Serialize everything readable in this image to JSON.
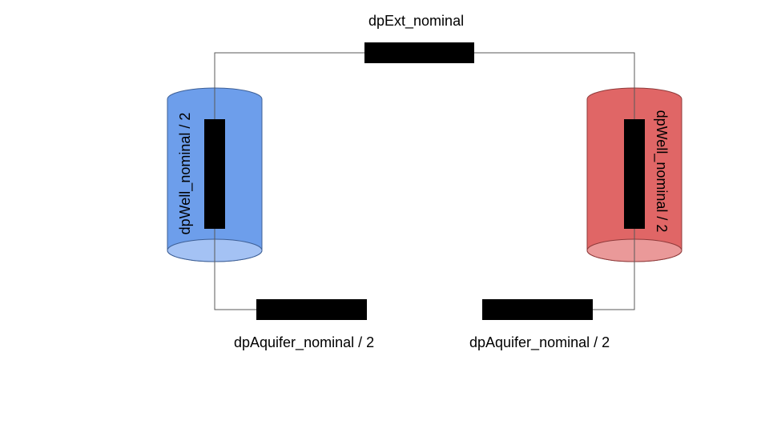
{
  "labels": {
    "ext": "dpExt_nominal",
    "well_left": "dpWell_nominal / 2",
    "well_right": "dpWell_nominal / 2",
    "aquifer_left": "dpAquifer_nominal / 2",
    "aquifer_right": "dpAquifer_nominal / 2"
  },
  "colors": {
    "cold_well": "#6d9eeb",
    "cold_well_bottom": "#a4c2f4",
    "warm_well": "#e06666",
    "warm_well_bottom": "#ea9999",
    "resistor": "#000000",
    "pipe": "#595959"
  }
}
